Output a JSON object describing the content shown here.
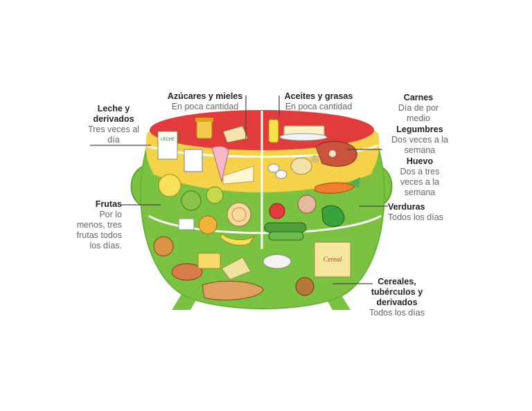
{
  "groups": {
    "azucares": {
      "title": "Azúcares y mieles",
      "desc": "En poca cantidad"
    },
    "aceites": {
      "title": "Aceites y grasas",
      "desc": "En poca cantidad"
    },
    "leche": {
      "title_1": "Leche y",
      "title_2": "derivados",
      "desc_1": "Tres veces al",
      "desc_2": "día"
    },
    "carnes": {
      "title": "Carnes",
      "desc_1": "Día de por",
      "desc_2": "medio"
    },
    "legumbres": {
      "title": "Legumbres",
      "desc_1": "Dos veces a la",
      "desc_2": "semana"
    },
    "huevo": {
      "title": "Huevo",
      "desc_1": "Dos a tres",
      "desc_2": "veces a la",
      "desc_3": "semana"
    },
    "frutas": {
      "title": "Frutas",
      "desc_1": "Por lo",
      "desc_2": "menos, tres",
      "desc_3": "frutas todos",
      "desc_4": "los días."
    },
    "verduras": {
      "title": "Verduras",
      "desc": "Todos los días"
    },
    "cereales": {
      "title_1": "Cereales,",
      "title_2": "tubérculos y",
      "title_3": "derivados",
      "desc": "Todos los días"
    }
  },
  "food_labels": {
    "leche_carton": "LECHE",
    "cereal_box": "Cereal"
  },
  "colors": {
    "red_band": "#e23b3b",
    "yellow_band": "#f6d24a",
    "pot_green": "#7cc242",
    "pot_dark": "#5ea32e",
    "divider": "#ffffff",
    "leader_line": "#444444"
  }
}
